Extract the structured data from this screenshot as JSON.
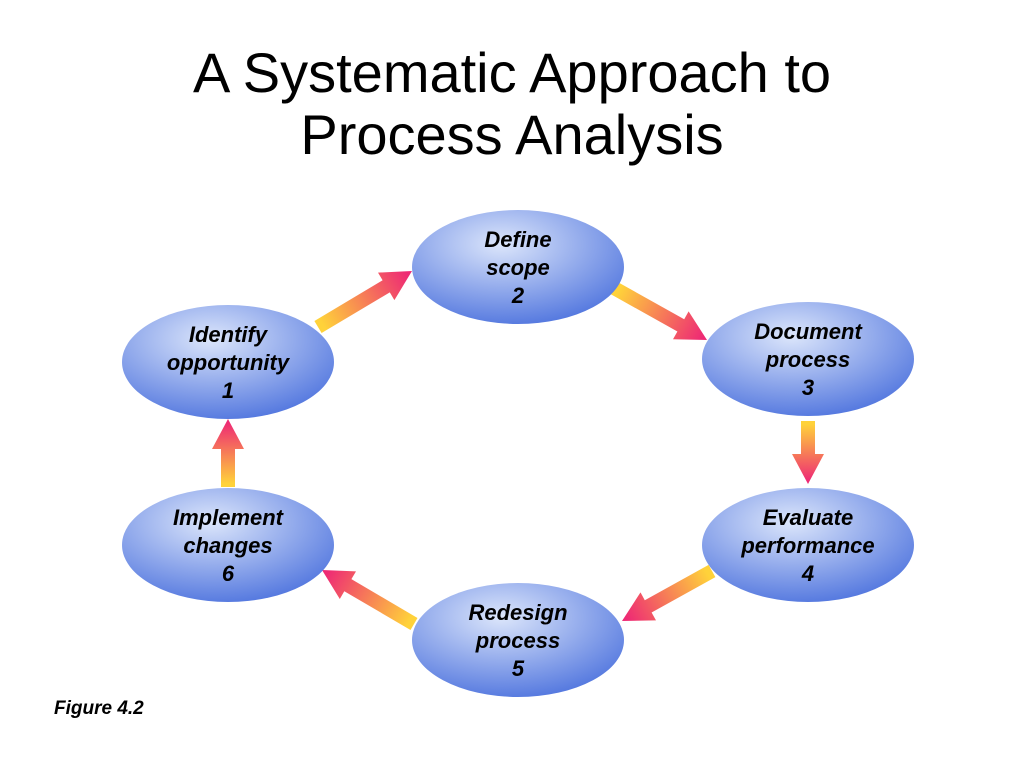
{
  "title": {
    "line1": "A Systematic Approach to",
    "line2": "Process Analysis"
  },
  "caption": "Figure 4.2",
  "colors": {
    "ellipse_light": "#dce6fb",
    "ellipse_dark": "#4f74de",
    "arrow_start": "#ffd23a",
    "arrow_end": "#ee2a74"
  },
  "steps": [
    {
      "id": "identify",
      "lines": [
        "Identify",
        "opportunity",
        "1"
      ]
    },
    {
      "id": "define",
      "lines": [
        "Define",
        "scope",
        "2"
      ]
    },
    {
      "id": "document",
      "lines": [
        "Document",
        "process",
        "3"
      ]
    },
    {
      "id": "evaluate",
      "lines": [
        "Evaluate",
        "performance",
        "4"
      ]
    },
    {
      "id": "redesign",
      "lines": [
        "Redesign",
        "process",
        "5"
      ]
    },
    {
      "id": "implement",
      "lines": [
        "Implement",
        "changes",
        "6"
      ]
    }
  ],
  "flow": [
    {
      "from": "identify",
      "to": "define"
    },
    {
      "from": "define",
      "to": "document"
    },
    {
      "from": "document",
      "to": "evaluate"
    },
    {
      "from": "evaluate",
      "to": "redesign"
    },
    {
      "from": "redesign",
      "to": "implement"
    },
    {
      "from": "implement",
      "to": "identify"
    }
  ]
}
